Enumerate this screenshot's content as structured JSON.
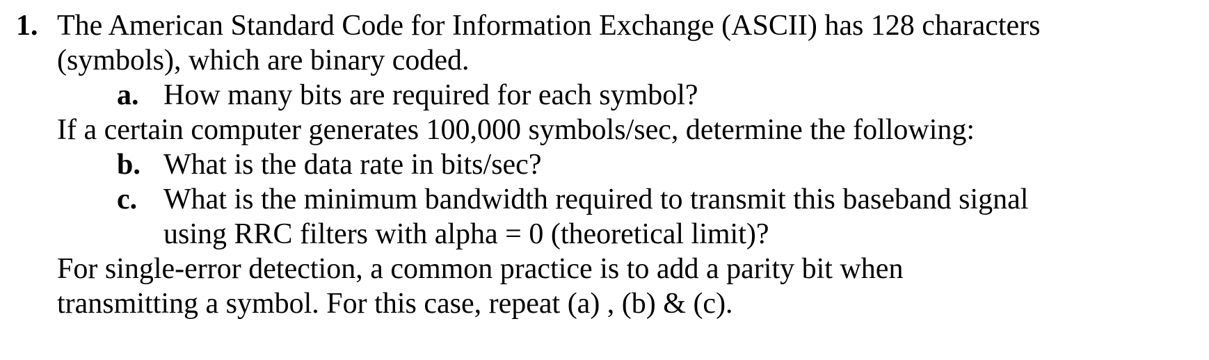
{
  "problem": {
    "number": "1.",
    "intro_line1": "The American Standard Code for Information Exchange (ASCII) has 128 characters",
    "intro_line2": "(symbols), which are binary coded.",
    "item_a": {
      "marker": "a.",
      "text": "How many bits are required for each symbol?"
    },
    "given_line": "If a certain computer generates 100,000 symbols/sec, determine the following:",
    "item_b": {
      "marker": "b.",
      "text": "What is the data rate in bits/sec?"
    },
    "item_c": {
      "marker": "c.",
      "line1": "What is the minimum bandwidth required to transmit this baseband signal",
      "line2": "using RRC filters with alpha = 0 (theoretical limit)?"
    },
    "parity_line1": "For single-error detection, a common practice is to add a parity bit when",
    "parity_line2": "transmitting a symbol. For this case, repeat (a) , (b) & (c)."
  }
}
